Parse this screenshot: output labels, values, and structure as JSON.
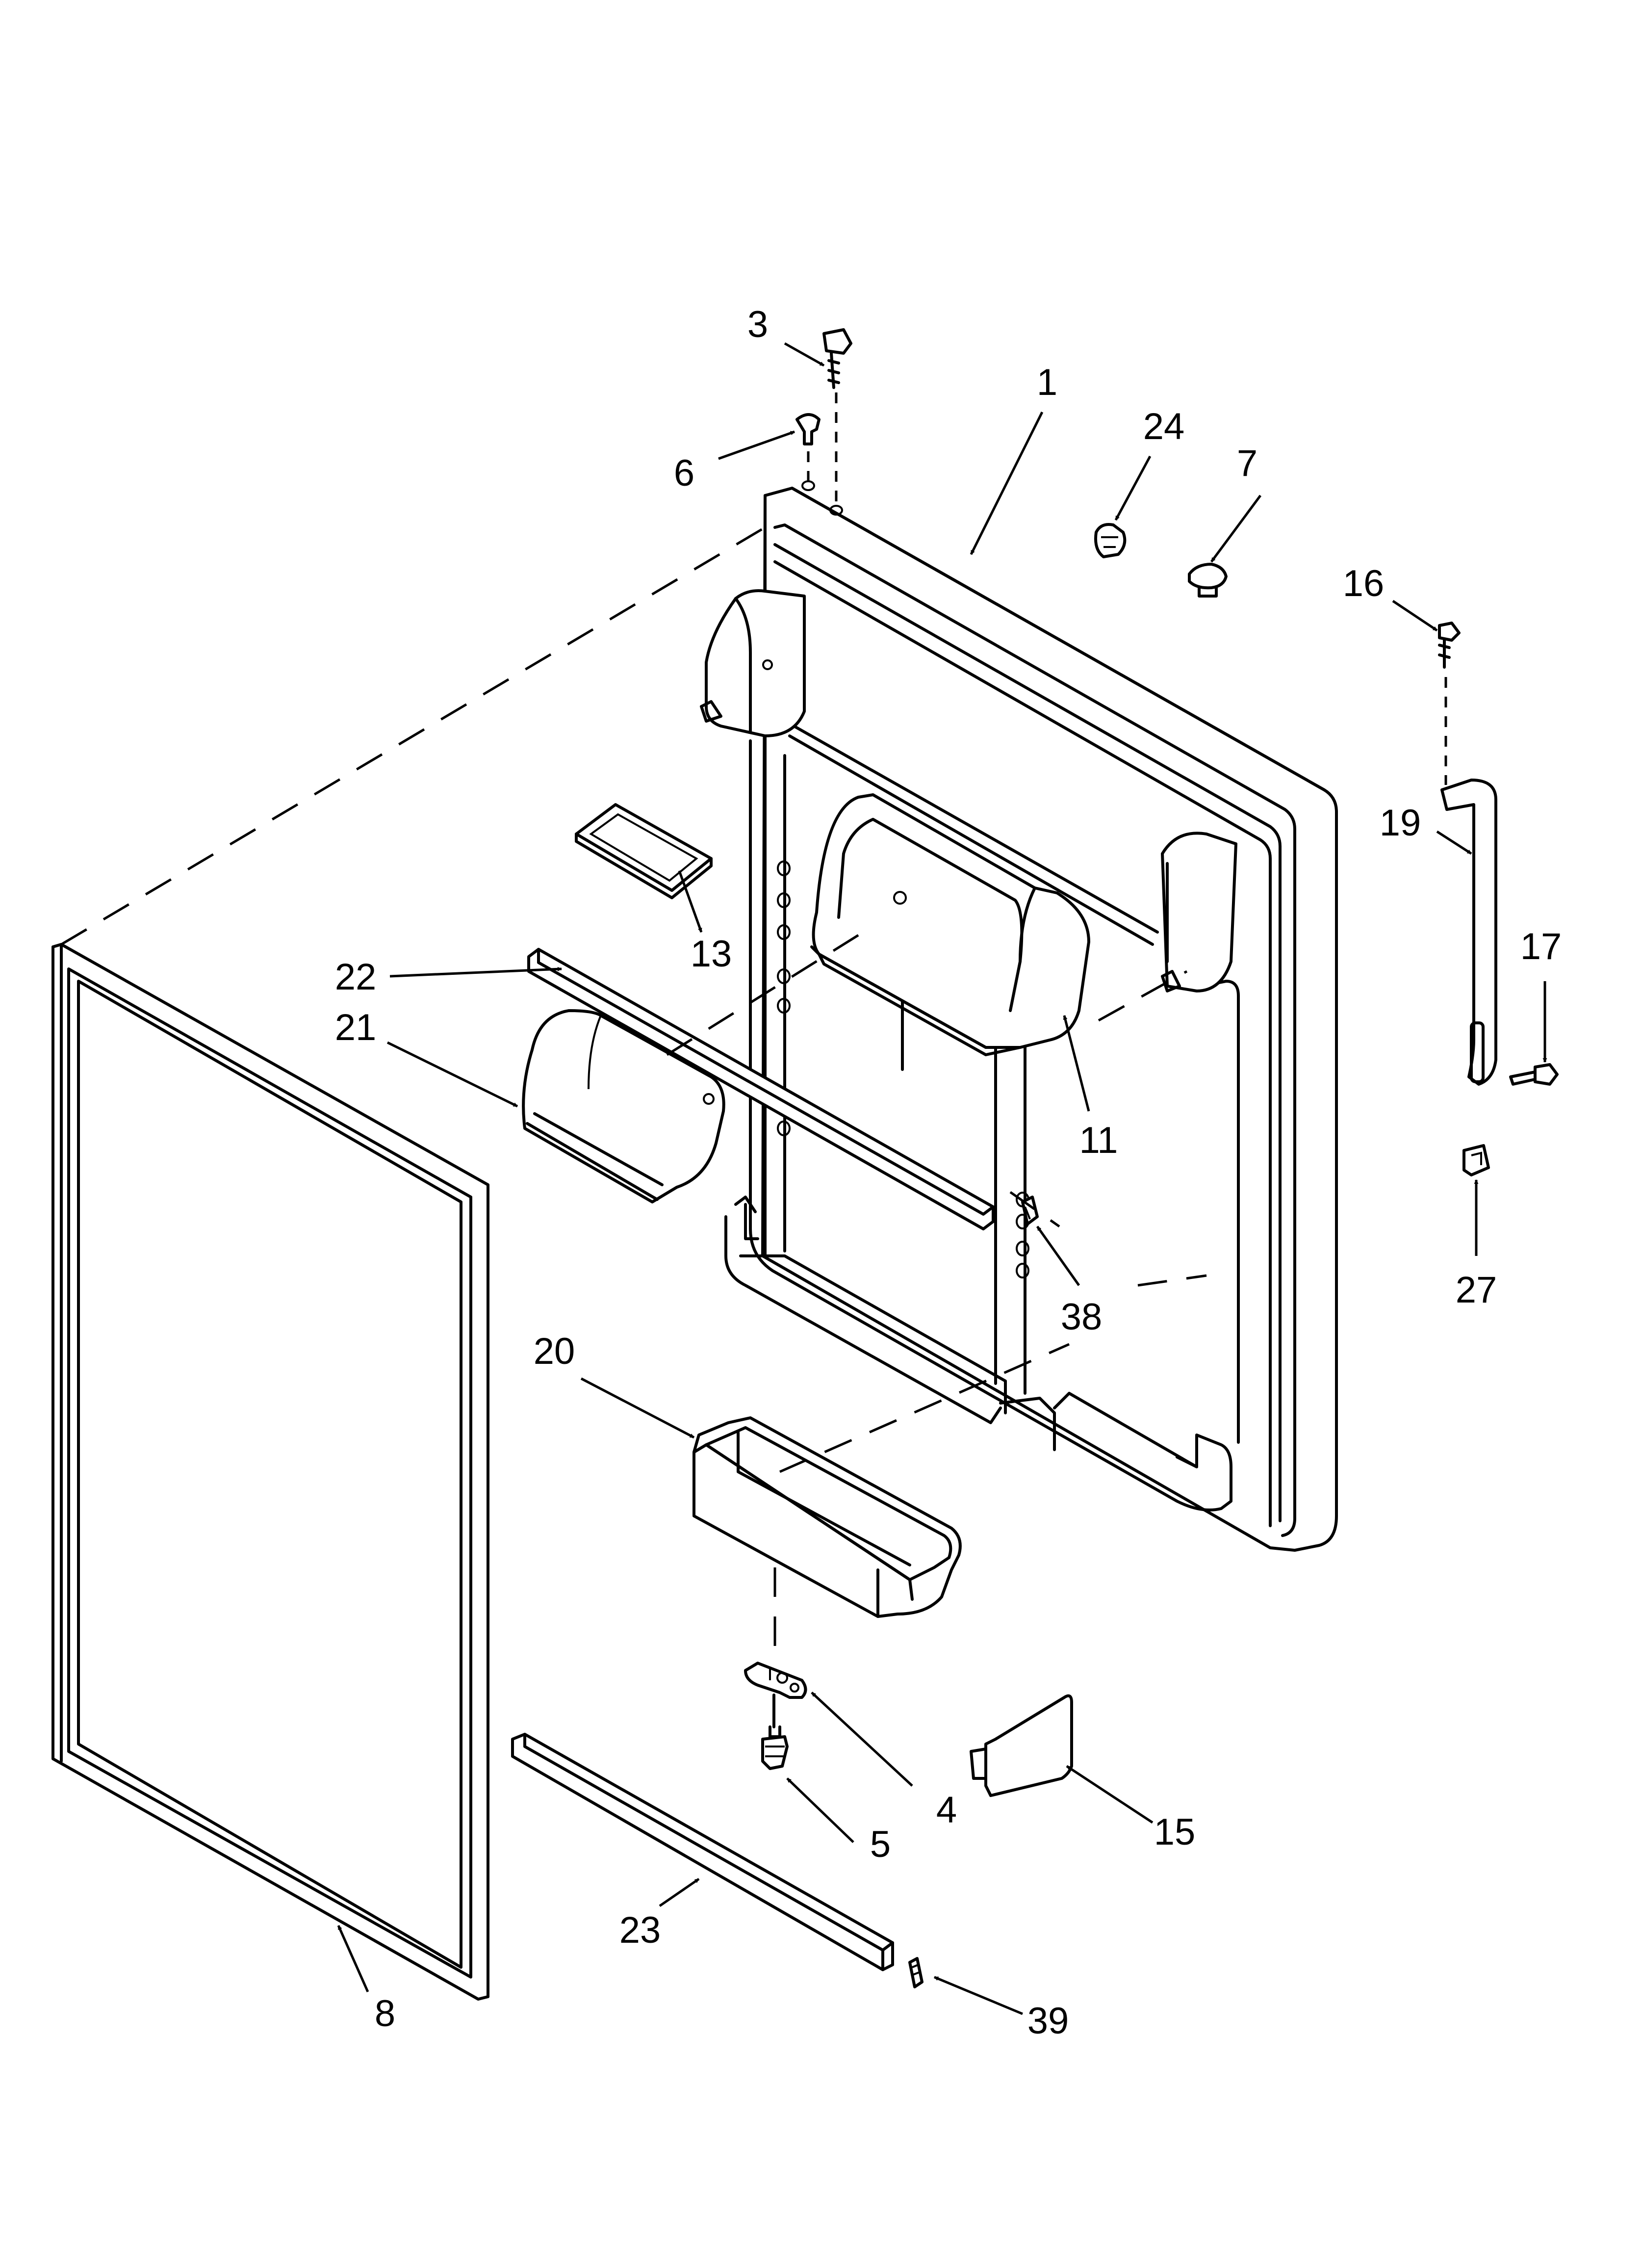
{
  "diagram": {
    "callouts": [
      {
        "id": "c1",
        "label": "1"
      },
      {
        "id": "c3",
        "label": "3"
      },
      {
        "id": "c4",
        "label": "4"
      },
      {
        "id": "c5",
        "label": "5"
      },
      {
        "id": "c6",
        "label": "6"
      },
      {
        "id": "c7",
        "label": "7"
      },
      {
        "id": "c8",
        "label": "8"
      },
      {
        "id": "c11",
        "label": "11"
      },
      {
        "id": "c13",
        "label": "13"
      },
      {
        "id": "c15",
        "label": "15"
      },
      {
        "id": "c16",
        "label": "16"
      },
      {
        "id": "c17",
        "label": "17"
      },
      {
        "id": "c19",
        "label": "19"
      },
      {
        "id": "c20",
        "label": "20"
      },
      {
        "id": "c21",
        "label": "21"
      },
      {
        "id": "c22",
        "label": "22"
      },
      {
        "id": "c23",
        "label": "23"
      },
      {
        "id": "c24",
        "label": "24"
      },
      {
        "id": "c27",
        "label": "27"
      },
      {
        "id": "c38",
        "label": "38"
      },
      {
        "id": "c39",
        "label": "39"
      }
    ],
    "line_color": "#000000",
    "background": "#ffffff"
  }
}
